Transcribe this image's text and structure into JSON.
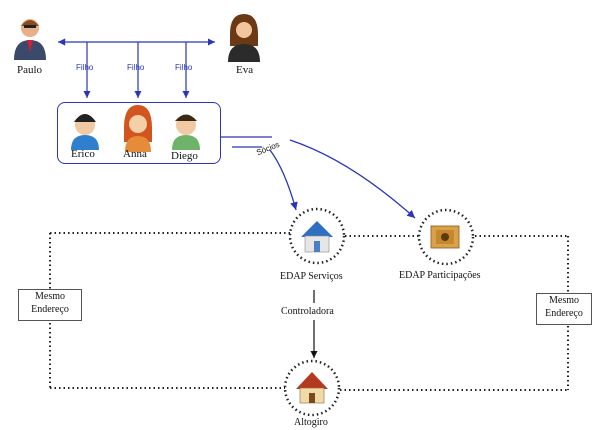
{
  "parents": {
    "father": "Paulo",
    "mother": "Eva"
  },
  "edges": {
    "child_relation": [
      "Filho",
      "Filho",
      "Filho"
    ],
    "partners": "Sócios",
    "control": "Controladora"
  },
  "children": [
    "Erico",
    "Anna",
    "Diego"
  ],
  "companies": {
    "services": "EDAP Serviços",
    "holdings": "EDAP Participações",
    "subsidiary": "Altogiro"
  },
  "address_notes": {
    "left": [
      "Mesmo",
      "Endereço"
    ],
    "right": [
      "Mesmo",
      "Endereço"
    ]
  },
  "colors": {
    "relation_blue": "#2a36b8",
    "dotted_line": "#222222"
  },
  "icons": {
    "father": "man-avatar-icon",
    "mother": "woman-avatar-icon",
    "child1": "boy-avatar-icon",
    "child2": "girl-avatar-icon",
    "child3": "boy-avatar-icon",
    "services": "house-icon",
    "holdings": "safe-box-icon",
    "subsidiary": "house-icon"
  }
}
